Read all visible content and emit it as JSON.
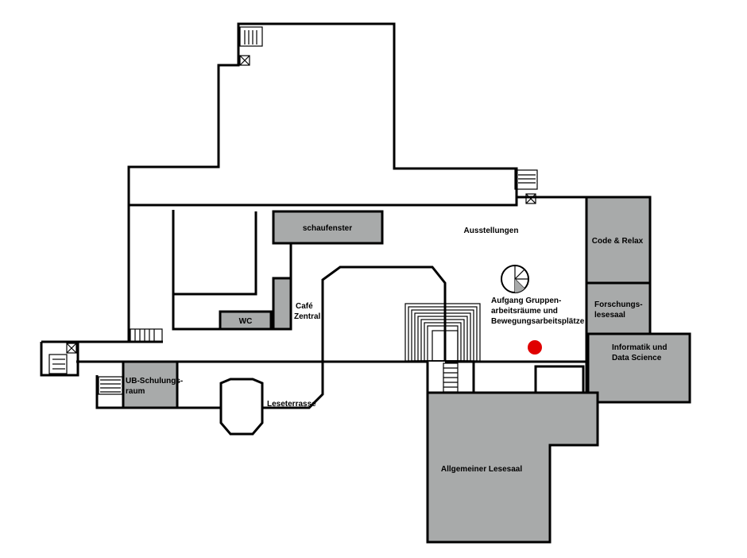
{
  "rooms": {
    "schaufenster": "schaufenster",
    "ausstellungen": "Ausstellungen",
    "code_relax": "Code & Relax",
    "forschungs_1": "Forschungs-",
    "forschungs_2": "lesesaal",
    "aufgang_1": "Aufgang Gruppen-",
    "aufgang_2": "arbeitsräume und",
    "aufgang_3": "Bewegungsarbeitsplätze",
    "informatik_1": "Informatik und",
    "informatik_2": "Data Science",
    "cafe_1": "Café",
    "cafe_2": "Zentral",
    "wc": "WC",
    "schulung_1": "UB-Schulungs-",
    "schulung_2": "raum",
    "leseterrasse": "Leseterrasse",
    "lesesaal": "Allgemeiner Lesesaal"
  },
  "colors": {
    "room_fill": "#a8aaaa",
    "walls": "#000000",
    "location_marker": "#e00000"
  },
  "icons": [
    "stairs-icon",
    "elevator-icon",
    "spiral-staircase-icon",
    "location-marker-icon"
  ]
}
